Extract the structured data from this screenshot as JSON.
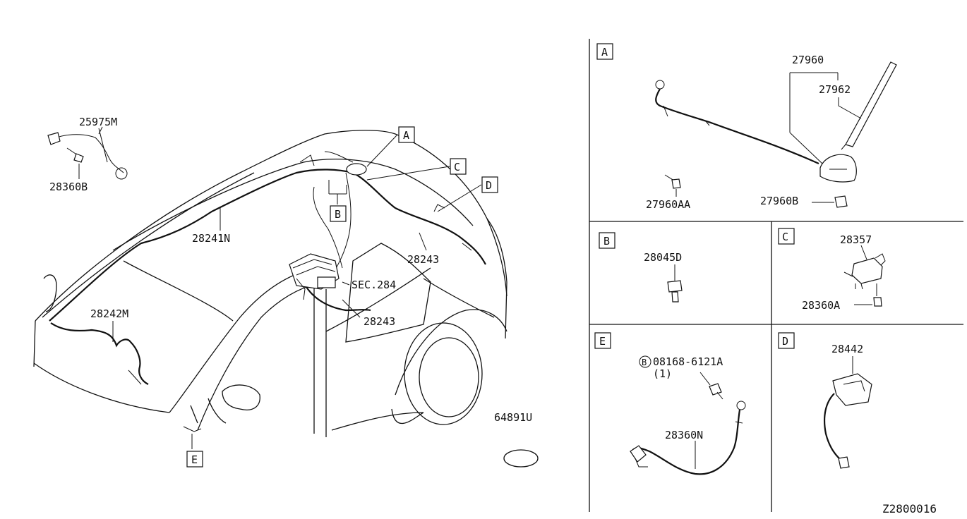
{
  "figure_code": "Z2800016",
  "parts": {
    "p25975m": "25975M",
    "p28360b": "28360B",
    "p28241n": "28241N",
    "p28242m": "28242M",
    "p28243_a": "28243",
    "p28243_b": "28243",
    "sec284": "SEC.284",
    "p64891u": "64891U",
    "p27960": "27960",
    "p27962": "27962",
    "p27960aa": "27960AA",
    "p27960b": "27960B",
    "p28045d": "28045D",
    "p28357": "28357",
    "p28360a": "28360A",
    "p08168": "08168-6121A",
    "p08168_qty": "(1)",
    "p08168_prefix": "B",
    "p28360n": "28360N",
    "p28442": "28442"
  },
  "callouts": {
    "a": "A",
    "b": "B",
    "c": "C",
    "d": "D",
    "e": "E"
  },
  "panels": {
    "a": "A",
    "b": "B",
    "c": "C",
    "d": "D",
    "e": "E"
  }
}
